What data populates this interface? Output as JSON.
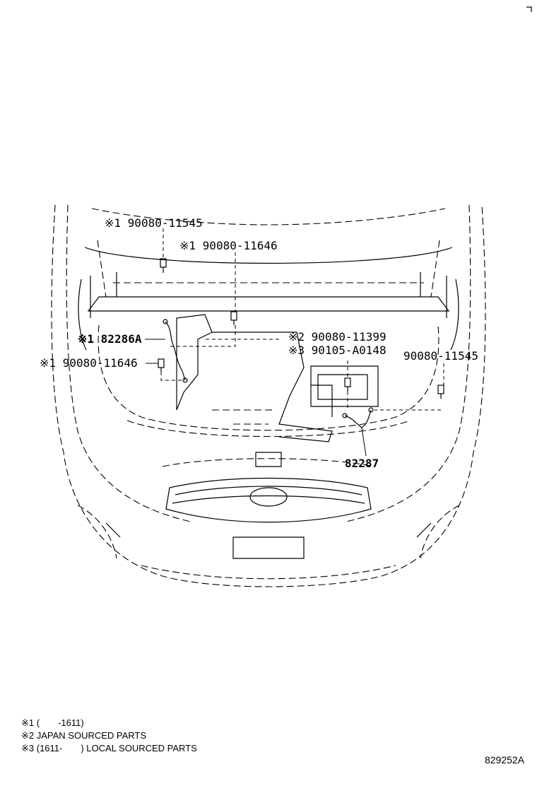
{
  "callouts": {
    "c1": "※1 90080-11545",
    "c2": "※1 90080-11646",
    "c3": "※1 82286A",
    "c4": "※2 90080-11399",
    "c5": "※3 90105-A0148",
    "c6": "90080-11545",
    "c7": "※1 90080-11646",
    "c8": "82287"
  },
  "notes": {
    "n1": "※1 (　　-1611)",
    "n2": "※2 JAPAN SOURCED PARTS",
    "n3": "※3 (1611-　　) LOCAL SOURCED PARTS"
  },
  "illustration_code": "829252A",
  "icons": [
    "bolt-icon",
    "sensor-wire-icon"
  ]
}
